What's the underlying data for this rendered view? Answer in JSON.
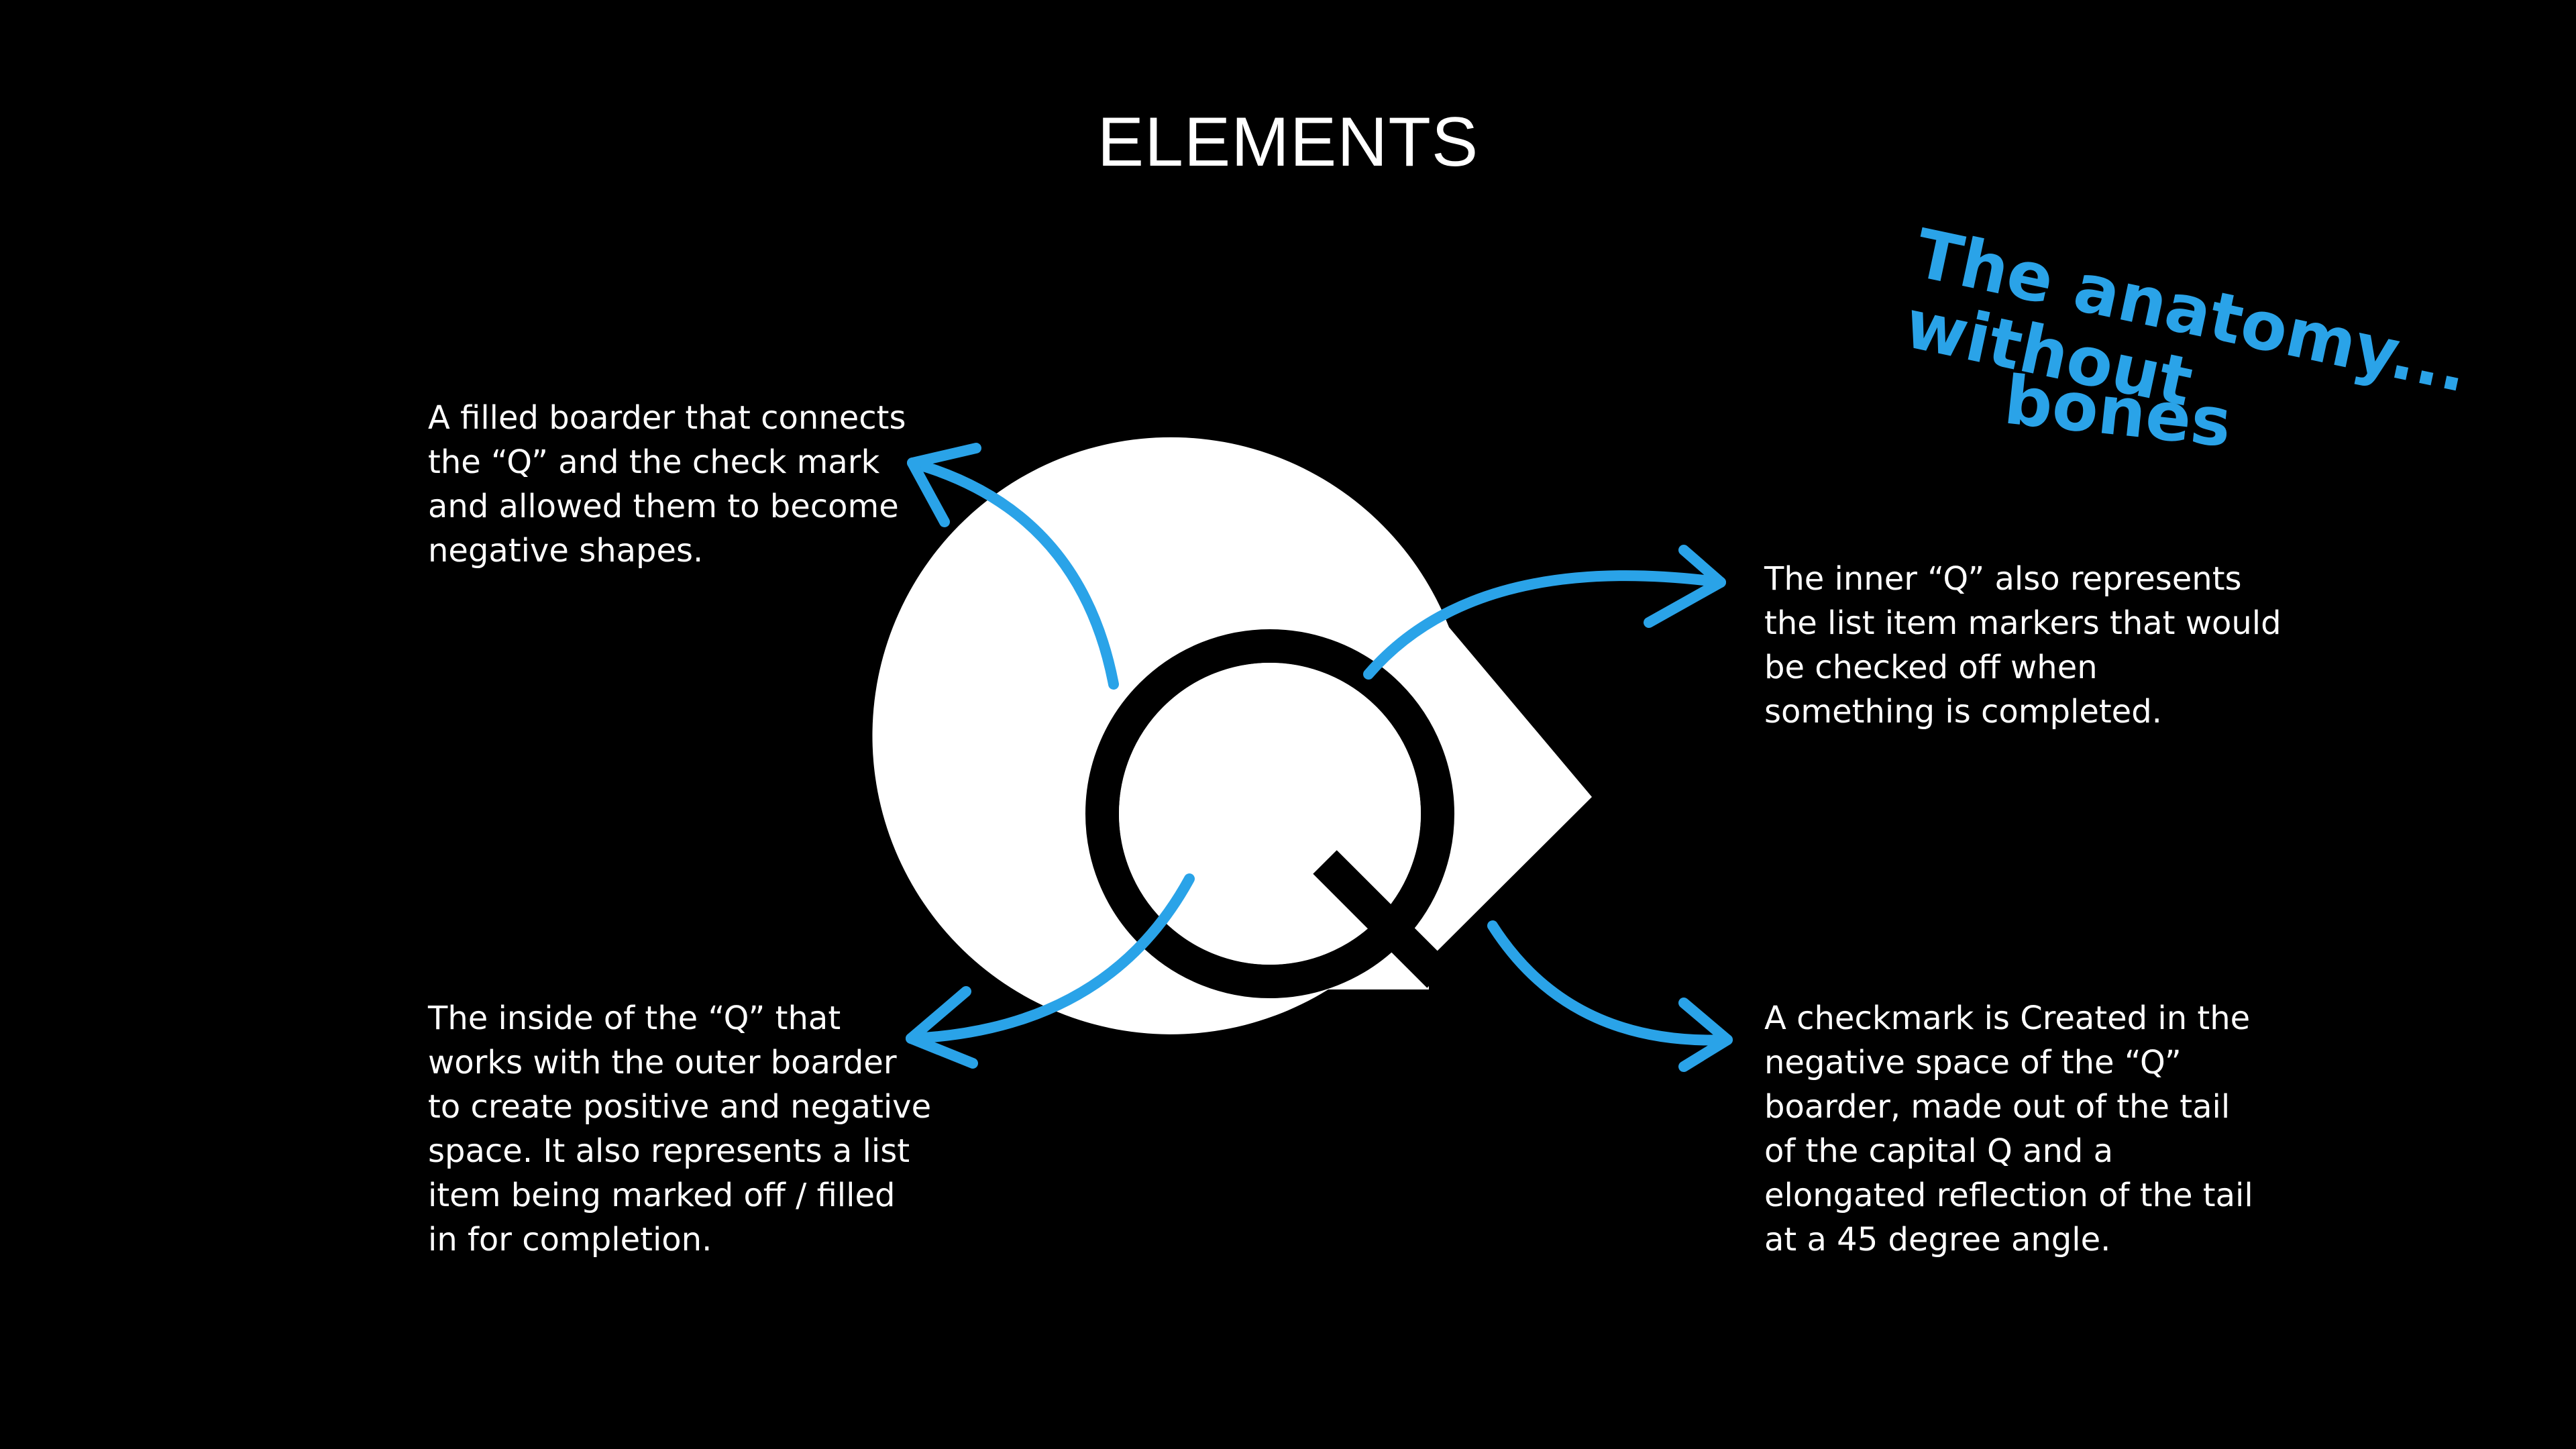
{
  "title": "ELEMENTS",
  "handwritten_note": [
    "The anatomy...",
    "without",
    "bones"
  ],
  "notes": {
    "top_left": [
      "A filled boarder that connects",
      "the “Q” and the check mark",
      "and allowed them to become",
      "negative shapes."
    ],
    "top_right": [
      "The inner “Q” also represents",
      "the list item markers that would",
      "be checked off when",
      "something is completed."
    ],
    "bottom_left": [
      "The inside of the “Q” that",
      "works with the outer boarder",
      "to create positive and negative",
      "space. It also represents a list",
      "item being marked off / filled",
      "in for completion."
    ],
    "bottom_right": [
      "A checkmark is Created in the",
      "negative space of the “Q”",
      "boarder, made out of the tail",
      "of the capital Q and a",
      "elongated reflection of the tail",
      "at a 45 degree angle."
    ]
  },
  "colors": {
    "background": "#000000",
    "text": "#ffffff",
    "accent": "#2aa3e8",
    "logo": "#ffffff"
  },
  "icons": [
    "q-checkmark-logo",
    "arrow-icon"
  ]
}
